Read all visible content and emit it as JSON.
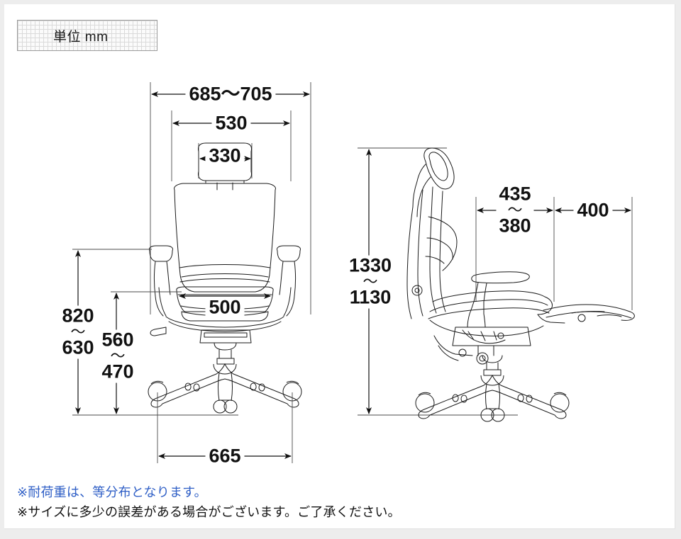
{
  "page": {
    "background_color": "#ededed",
    "panel_color": "#ffffff"
  },
  "unit_badge": {
    "label": "単位 mm",
    "name": "unit-mm-badge"
  },
  "drawing": {
    "type": "technical-dimension-drawing",
    "subject": "office-chair",
    "views": [
      {
        "id": "front",
        "label": "front-view"
      },
      {
        "id": "side",
        "label": "side-view"
      }
    ],
    "line_color": "#1a1a1a",
    "dimension_color": "#111111"
  },
  "dimensions": {
    "front": {
      "overall_width": "685〜705",
      "overall_width_top": "685",
      "overall_width_bottom": "705",
      "backrest_width": "530",
      "headrest_width": "330",
      "seat_width": "500",
      "base_width": "665",
      "armrest_height_top": "820",
      "armrest_height_bottom": "630",
      "seat_height_top": "560",
      "seat_height_bottom": "470",
      "tilde": "〜"
    },
    "side": {
      "overall_height_top": "1330",
      "overall_height_bottom": "1130",
      "seat_depth_top": "435",
      "seat_depth_bottom": "380",
      "footrest_extension": "400",
      "tilde": "〜"
    }
  },
  "notes": {
    "blue_note": "※耐荷重は、等分布となります。",
    "black_note": "※サイズに多少の誤差がある場合がございます。ご了承ください。",
    "blue_color": "#2f5fc6"
  }
}
